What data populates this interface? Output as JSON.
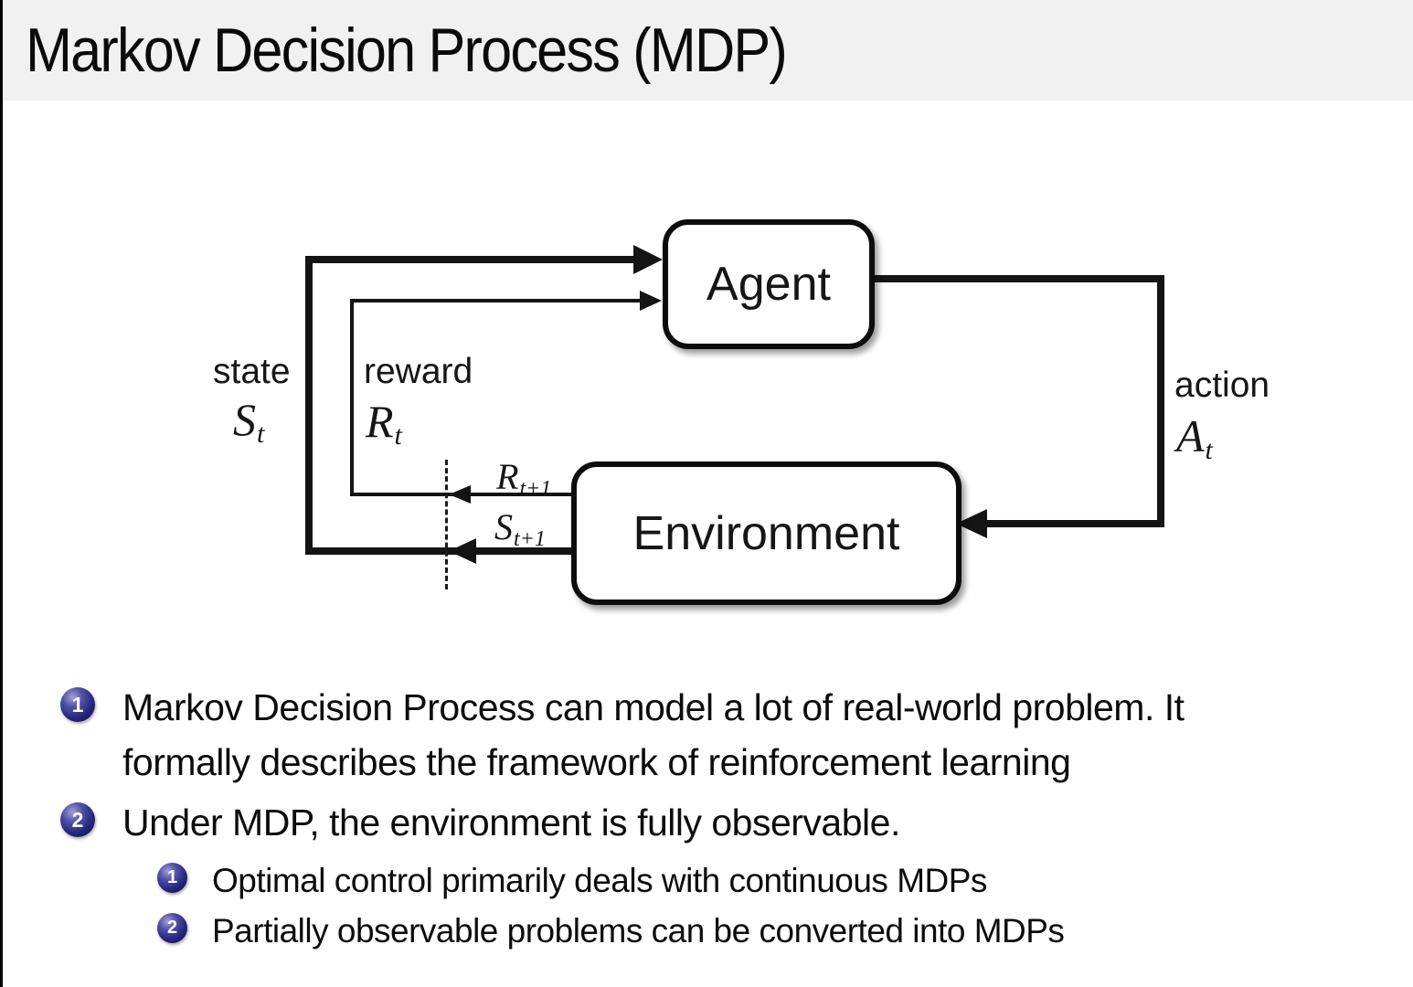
{
  "header": {
    "title": "Markov Decision Process (MDP)"
  },
  "diagram": {
    "agent_label": "Agent",
    "environment_label": "Environment",
    "state": {
      "word": "state",
      "base": "S",
      "sub": "t"
    },
    "reward": {
      "word": "reward",
      "base": "R",
      "sub": "t"
    },
    "action": {
      "word": "action",
      "base": "A",
      "sub": "t"
    },
    "reward_next": {
      "base": "R",
      "sub": "t+1"
    },
    "state_next": {
      "base": "S",
      "sub": "t+1"
    }
  },
  "bullets": {
    "items": [
      {
        "num": "1",
        "lines": [
          "Markov Decision Process can model a lot of real-world problem. It",
          "formally describes the framework of reinforcement learning"
        ]
      },
      {
        "num": "2",
        "lines": [
          "Under MDP, the environment is fully observable."
        ]
      }
    ],
    "subitems": [
      {
        "num": "1",
        "lines": [
          "Optimal control primarily deals with continuous MDPs"
        ]
      },
      {
        "num": "2",
        "lines": [
          "Partially observable problems can be converted into MDPs"
        ]
      }
    ]
  },
  "colors": {
    "header_bg": "#f0f1f0",
    "ink": "#141414",
    "ball_dark": "#0d0d45",
    "ball_mid": "#26267d",
    "background": "#ffffff"
  }
}
